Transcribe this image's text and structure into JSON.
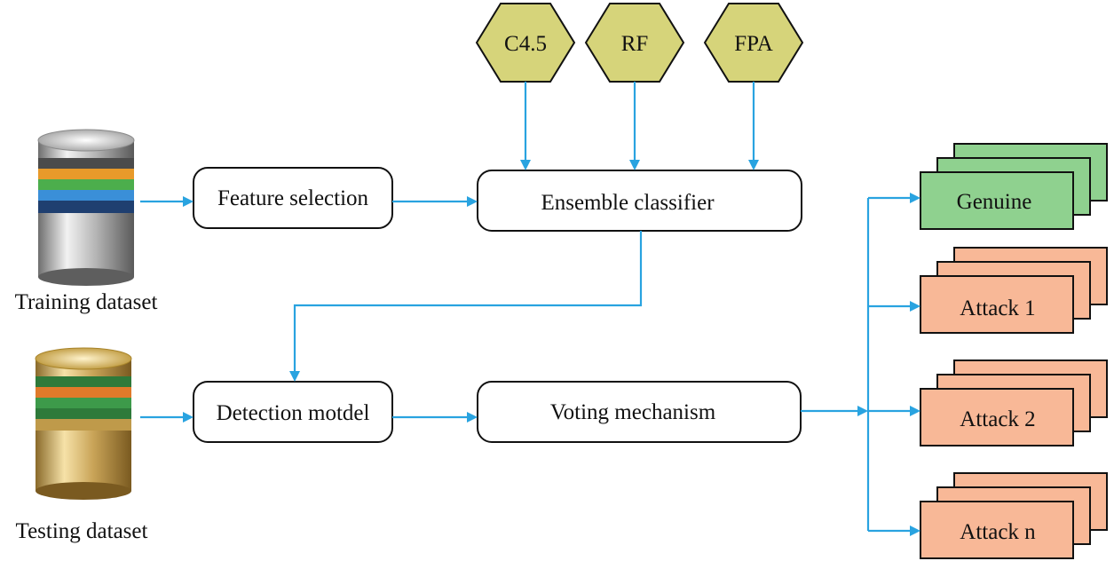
{
  "colors": {
    "arrow": "#29a3e0",
    "hexagon_fill": "#d6d47a",
    "genuine_fill": "#8fd18f",
    "attack_fill": "#f8b897",
    "outline": "#111111"
  },
  "datasets": {
    "training_label": "Training dataset",
    "training_icon": "database-cylinder-silver",
    "testing_label": "Testing dataset",
    "testing_icon": "database-cylinder-gold"
  },
  "algorithms": [
    {
      "label": "C4.5"
    },
    {
      "label": "RF"
    },
    {
      "label": "FPA"
    }
  ],
  "process": {
    "feature_selection": "Feature selection",
    "ensemble_classifier": "Ensemble classifier",
    "detection_model": "Detection motdel",
    "voting_mechanism": "Voting mechanism"
  },
  "outputs": [
    {
      "label": "Genuine",
      "kind": "genuine"
    },
    {
      "label": "Attack 1",
      "kind": "attack"
    },
    {
      "label": "Attack 2",
      "kind": "attack"
    },
    {
      "label": "Attack n",
      "kind": "attack"
    }
  ]
}
